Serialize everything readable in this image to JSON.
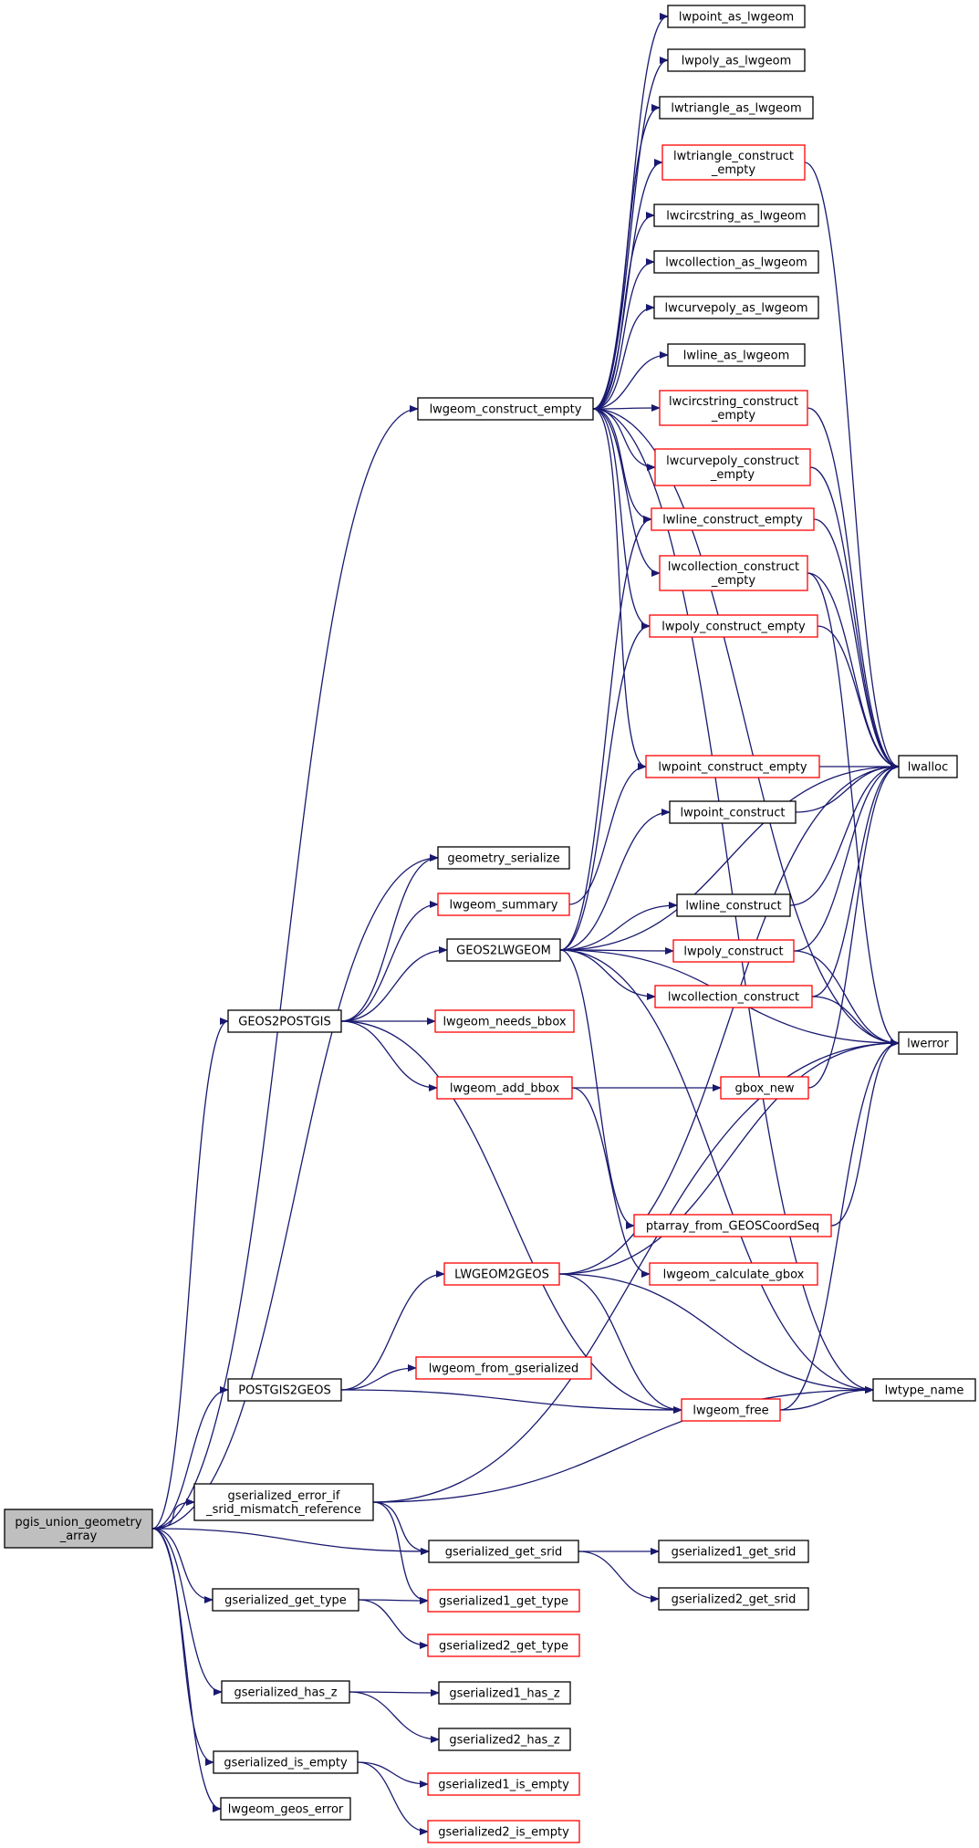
{
  "nodes": [
    {
      "id": "pgis_union_geometry_array",
      "lines": [
        "pgis_union_geometry",
        "_array"
      ],
      "style": "root"
    },
    {
      "id": "lwgeom_construct_empty",
      "lines": [
        "lwgeom_construct_empty"
      ],
      "style": "black"
    },
    {
      "id": "lwpoint_as_lwgeom",
      "lines": [
        "lwpoint_as_lwgeom"
      ],
      "style": "black"
    },
    {
      "id": "lwpoly_as_lwgeom",
      "lines": [
        "lwpoly_as_lwgeom"
      ],
      "style": "black"
    },
    {
      "id": "lwtriangle_as_lwgeom",
      "lines": [
        "lwtriangle_as_lwgeom"
      ],
      "style": "black"
    },
    {
      "id": "lwtriangle_construct_empty",
      "lines": [
        "lwtriangle_construct",
        "_empty"
      ],
      "style": "red"
    },
    {
      "id": "lwcircstring_as_lwgeom",
      "lines": [
        "lwcircstring_as_lwgeom"
      ],
      "style": "black"
    },
    {
      "id": "lwcollection_as_lwgeom",
      "lines": [
        "lwcollection_as_lwgeom"
      ],
      "style": "black"
    },
    {
      "id": "lwcurvepoly_as_lwgeom",
      "lines": [
        "lwcurvepoly_as_lwgeom"
      ],
      "style": "black"
    },
    {
      "id": "lwline_as_lwgeom",
      "lines": [
        "lwline_as_lwgeom"
      ],
      "style": "black"
    },
    {
      "id": "lwcircstring_construct_empty",
      "lines": [
        "lwcircstring_construct",
        "_empty"
      ],
      "style": "red"
    },
    {
      "id": "lwcurvepoly_construct_empty",
      "lines": [
        "lwcurvepoly_construct",
        "_empty"
      ],
      "style": "red"
    },
    {
      "id": "lwline_construct_empty",
      "lines": [
        "lwline_construct_empty"
      ],
      "style": "red"
    },
    {
      "id": "lwcollection_construct_empty",
      "lines": [
        "lwcollection_construct",
        "_empty"
      ],
      "style": "red"
    },
    {
      "id": "lwpoly_construct_empty",
      "lines": [
        "lwpoly_construct_empty"
      ],
      "style": "red"
    },
    {
      "id": "lwpoint_construct_empty",
      "lines": [
        "lwpoint_construct_empty"
      ],
      "style": "red"
    },
    {
      "id": "lwalloc",
      "lines": [
        "lwalloc"
      ],
      "style": "black"
    },
    {
      "id": "lwpoint_construct",
      "lines": [
        "lwpoint_construct"
      ],
      "style": "black"
    },
    {
      "id": "geometry_serialize",
      "lines": [
        "geometry_serialize"
      ],
      "style": "black"
    },
    {
      "id": "lwgeom_summary",
      "lines": [
        "lwgeom_summary"
      ],
      "style": "red"
    },
    {
      "id": "lwline_construct",
      "lines": [
        "lwline_construct"
      ],
      "style": "black"
    },
    {
      "id": "GEOS2LWGEOM",
      "lines": [
        "GEOS2LWGEOM"
      ],
      "style": "black"
    },
    {
      "id": "lwpoly_construct",
      "lines": [
        "lwpoly_construct"
      ],
      "style": "red"
    },
    {
      "id": "lwcollection_construct",
      "lines": [
        "lwcollection_construct"
      ],
      "style": "red"
    },
    {
      "id": "GEOS2POSTGIS",
      "lines": [
        "GEOS2POSTGIS"
      ],
      "style": "black"
    },
    {
      "id": "lwgeom_needs_bbox",
      "lines": [
        "lwgeom_needs_bbox"
      ],
      "style": "red"
    },
    {
      "id": "lwerror",
      "lines": [
        "lwerror"
      ],
      "style": "black"
    },
    {
      "id": "lwgeom_add_bbox",
      "lines": [
        "lwgeom_add_bbox"
      ],
      "style": "red"
    },
    {
      "id": "gbox_new",
      "lines": [
        "gbox_new"
      ],
      "style": "red"
    },
    {
      "id": "ptarray_from_GEOSCoordSeq",
      "lines": [
        "ptarray_from_GEOSCoordSeq"
      ],
      "style": "red"
    },
    {
      "id": "LWGEOM2GEOS",
      "lines": [
        "LWGEOM2GEOS"
      ],
      "style": "red"
    },
    {
      "id": "lwgeom_calculate_gbox",
      "lines": [
        "lwgeom_calculate_gbox"
      ],
      "style": "red"
    },
    {
      "id": "lwgeom_from_gserialized",
      "lines": [
        "lwgeom_from_gserialized"
      ],
      "style": "red"
    },
    {
      "id": "POSTGIS2GEOS",
      "lines": [
        "POSTGIS2GEOS"
      ],
      "style": "black"
    },
    {
      "id": "lwgeom_free",
      "lines": [
        "lwgeom_free"
      ],
      "style": "red"
    },
    {
      "id": "lwtype_name",
      "lines": [
        "lwtype_name"
      ],
      "style": "black"
    },
    {
      "id": "gserialized_error_if_srid_mismatch_reference",
      "lines": [
        "gserialized_error_if",
        "_srid_mismatch_reference"
      ],
      "style": "black"
    },
    {
      "id": "gserialized_get_srid",
      "lines": [
        "gserialized_get_srid"
      ],
      "style": "black"
    },
    {
      "id": "gserialized1_get_srid",
      "lines": [
        "gserialized1_get_srid"
      ],
      "style": "black"
    },
    {
      "id": "gserialized2_get_srid",
      "lines": [
        "gserialized2_get_srid"
      ],
      "style": "black"
    },
    {
      "id": "gserialized_get_type",
      "lines": [
        "gserialized_get_type"
      ],
      "style": "black"
    },
    {
      "id": "gserialized1_get_type",
      "lines": [
        "gserialized1_get_type"
      ],
      "style": "red"
    },
    {
      "id": "gserialized2_get_type",
      "lines": [
        "gserialized2_get_type"
      ],
      "style": "red"
    },
    {
      "id": "gserialized_has_z",
      "lines": [
        "gserialized_has_z"
      ],
      "style": "black"
    },
    {
      "id": "gserialized1_has_z",
      "lines": [
        "gserialized1_has_z"
      ],
      "style": "black"
    },
    {
      "id": "gserialized2_has_z",
      "lines": [
        "gserialized2_has_z"
      ],
      "style": "black"
    },
    {
      "id": "gserialized_is_empty",
      "lines": [
        "gserialized_is_empty"
      ],
      "style": "black"
    },
    {
      "id": "gserialized1_is_empty",
      "lines": [
        "gserialized1_is_empty"
      ],
      "style": "red"
    },
    {
      "id": "gserialized2_is_empty",
      "lines": [
        "gserialized2_is_empty"
      ],
      "style": "red"
    },
    {
      "id": "lwgeom_geos_error",
      "lines": [
        "lwgeom_geos_error"
      ],
      "style": "black"
    }
  ],
  "edges": [
    [
      "pgis_union_geometry_array",
      "lwgeom_construct_empty"
    ],
    [
      "pgis_union_geometry_array",
      "geometry_serialize"
    ],
    [
      "pgis_union_geometry_array",
      "GEOS2POSTGIS"
    ],
    [
      "pgis_union_geometry_array",
      "POSTGIS2GEOS"
    ],
    [
      "pgis_union_geometry_array",
      "gserialized_error_if_srid_mismatch_reference"
    ],
    [
      "pgis_union_geometry_array",
      "gserialized_get_srid"
    ],
    [
      "pgis_union_geometry_array",
      "gserialized_get_type"
    ],
    [
      "pgis_union_geometry_array",
      "gserialized_has_z"
    ],
    [
      "pgis_union_geometry_array",
      "gserialized_is_empty"
    ],
    [
      "pgis_union_geometry_array",
      "lwgeom_geos_error"
    ],
    [
      "lwgeom_construct_empty",
      "lwpoint_as_lwgeom"
    ],
    [
      "lwgeom_construct_empty",
      "lwpoly_as_lwgeom"
    ],
    [
      "lwgeom_construct_empty",
      "lwtriangle_as_lwgeom"
    ],
    [
      "lwgeom_construct_empty",
      "lwtriangle_construct_empty"
    ],
    [
      "lwgeom_construct_empty",
      "lwcircstring_as_lwgeom"
    ],
    [
      "lwgeom_construct_empty",
      "lwcollection_as_lwgeom"
    ],
    [
      "lwgeom_construct_empty",
      "lwcurvepoly_as_lwgeom"
    ],
    [
      "lwgeom_construct_empty",
      "lwline_as_lwgeom"
    ],
    [
      "lwgeom_construct_empty",
      "lwcircstring_construct_empty"
    ],
    [
      "lwgeom_construct_empty",
      "lwcurvepoly_construct_empty"
    ],
    [
      "lwgeom_construct_empty",
      "lwline_construct_empty"
    ],
    [
      "lwgeom_construct_empty",
      "lwcollection_construct_empty"
    ],
    [
      "lwgeom_construct_empty",
      "lwpoly_construct_empty"
    ],
    [
      "lwgeom_construct_empty",
      "lwpoint_construct_empty"
    ],
    [
      "lwgeom_construct_empty",
      "lwerror"
    ],
    [
      "lwgeom_construct_empty",
      "lwtype_name"
    ],
    [
      "lwtriangle_construct_empty",
      "lwalloc"
    ],
    [
      "lwcircstring_construct_empty",
      "lwalloc"
    ],
    [
      "lwcurvepoly_construct_empty",
      "lwalloc"
    ],
    [
      "lwline_construct_empty",
      "lwalloc"
    ],
    [
      "lwcollection_construct_empty",
      "lwalloc"
    ],
    [
      "lwcollection_construct_empty",
      "lwerror"
    ],
    [
      "lwpoly_construct_empty",
      "lwalloc"
    ],
    [
      "lwpoint_construct_empty",
      "lwalloc"
    ],
    [
      "lwpoint_construct",
      "lwalloc"
    ],
    [
      "lwline_construct",
      "lwalloc"
    ],
    [
      "lwpoly_construct",
      "lwalloc"
    ],
    [
      "lwpoly_construct",
      "lwerror"
    ],
    [
      "lwcollection_construct",
      "lwalloc"
    ],
    [
      "lwcollection_construct",
      "lwerror"
    ],
    [
      "GEOS2POSTGIS",
      "geometry_serialize"
    ],
    [
      "GEOS2POSTGIS",
      "lwgeom_summary"
    ],
    [
      "GEOS2POSTGIS",
      "GEOS2LWGEOM"
    ],
    [
      "GEOS2POSTGIS",
      "lwgeom_needs_bbox"
    ],
    [
      "GEOS2POSTGIS",
      "lwgeom_add_bbox"
    ],
    [
      "GEOS2POSTGIS",
      "lwgeom_free"
    ],
    [
      "lwgeom_summary",
      "lwpoint_construct_empty"
    ],
    [
      "GEOS2LWGEOM",
      "lwline_construct_empty"
    ],
    [
      "GEOS2LWGEOM",
      "lwpoly_construct_empty"
    ],
    [
      "GEOS2LWGEOM",
      "lwalloc"
    ],
    [
      "GEOS2LWGEOM",
      "lwpoint_construct"
    ],
    [
      "GEOS2LWGEOM",
      "lwline_construct"
    ],
    [
      "GEOS2LWGEOM",
      "lwpoly_construct"
    ],
    [
      "GEOS2LWGEOM",
      "lwcollection_construct"
    ],
    [
      "GEOS2LWGEOM",
      "lwerror"
    ],
    [
      "GEOS2LWGEOM",
      "ptarray_from_GEOSCoordSeq"
    ],
    [
      "GEOS2LWGEOM",
      "lwtype_name"
    ],
    [
      "lwgeom_add_bbox",
      "gbox_new"
    ],
    [
      "lwgeom_add_bbox",
      "lwgeom_calculate_gbox"
    ],
    [
      "gbox_new",
      "lwalloc"
    ],
    [
      "ptarray_from_GEOSCoordSeq",
      "lwerror"
    ],
    [
      "LWGEOM2GEOS",
      "lwalloc"
    ],
    [
      "LWGEOM2GEOS",
      "lwerror"
    ],
    [
      "LWGEOM2GEOS",
      "lwgeom_free"
    ],
    [
      "LWGEOM2GEOS",
      "lwtype_name"
    ],
    [
      "POSTGIS2GEOS",
      "LWGEOM2GEOS"
    ],
    [
      "POSTGIS2GEOS",
      "lwgeom_from_gserialized"
    ],
    [
      "POSTGIS2GEOS",
      "lwgeom_free"
    ],
    [
      "lwgeom_free",
      "lwerror"
    ],
    [
      "lwgeom_free",
      "lwtype_name"
    ],
    [
      "gserialized_error_if_srid_mismatch_reference",
      "lwerror"
    ],
    [
      "gserialized_error_if_srid_mismatch_reference",
      "lwtype_name"
    ],
    [
      "gserialized_error_if_srid_mismatch_reference",
      "gserialized_get_srid"
    ],
    [
      "gserialized_error_if_srid_mismatch_reference",
      "gserialized1_get_type"
    ],
    [
      "gserialized_get_srid",
      "gserialized1_get_srid"
    ],
    [
      "gserialized_get_srid",
      "gserialized2_get_srid"
    ],
    [
      "gserialized_get_type",
      "gserialized1_get_type"
    ],
    [
      "gserialized_get_type",
      "gserialized2_get_type"
    ],
    [
      "gserialized_has_z",
      "gserialized1_has_z"
    ],
    [
      "gserialized_has_z",
      "gserialized2_has_z"
    ],
    [
      "gserialized_is_empty",
      "gserialized1_is_empty"
    ],
    [
      "gserialized_is_empty",
      "gserialized2_is_empty"
    ]
  ]
}
